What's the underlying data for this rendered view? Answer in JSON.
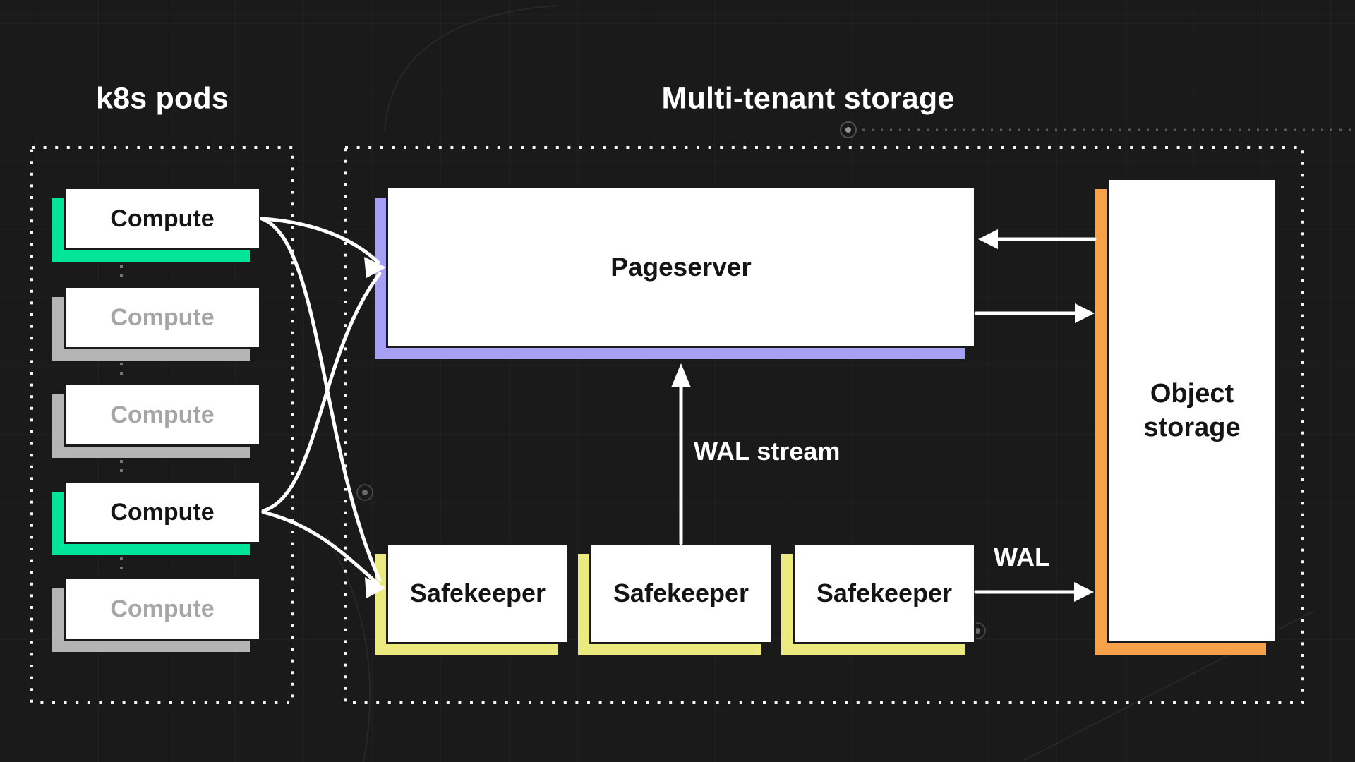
{
  "titles": {
    "left": "k8s pods",
    "right": "Multi-tenant storage"
  },
  "k8s": {
    "computes": [
      {
        "label": "Compute",
        "state": "active"
      },
      {
        "label": "Compute",
        "state": "inactive"
      },
      {
        "label": "Compute",
        "state": "inactive"
      },
      {
        "label": "Compute",
        "state": "active"
      },
      {
        "label": "Compute",
        "state": "inactive"
      }
    ]
  },
  "storage": {
    "pageserver_label": "Pageserver",
    "safekeepers": [
      {
        "label": "Safekeeper"
      },
      {
        "label": "Safekeeper"
      },
      {
        "label": "Safekeeper"
      }
    ],
    "object_storage_label": "Object storage"
  },
  "flow_labels": {
    "wal_stream": "WAL stream",
    "wal": "WAL"
  },
  "colors": {
    "background": "#1a1a1a",
    "green": "#00e599",
    "gray": "#b4b4b4",
    "purple": "#a6a0f2",
    "yellow": "#ece97e",
    "orange": "#f7a14b",
    "box": "#ffffff",
    "arrow": "#ffffff"
  }
}
